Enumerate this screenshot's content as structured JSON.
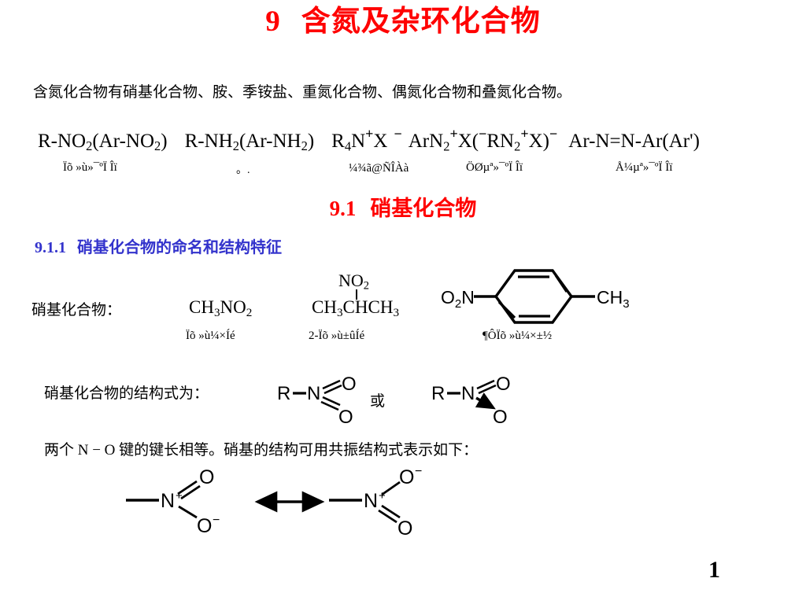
{
  "title": {
    "number": "9",
    "text": "含氮及杂环化合物"
  },
  "intro": {
    "paragraph": "含氮化合物有硝基化合物、胺、季铵盐、重氮化合物、偶氮化合物和叠氮化合物。"
  },
  "formulas": {
    "nitro": {
      "pre": "R-NO",
      "sub1": "2",
      "mid": "(Ar-NO",
      "sub2": "2",
      "post": ")"
    },
    "amine": {
      "pre": "R-NH",
      "sub1": "2",
      "mid": "(Ar-NH",
      "sub2": "2",
      "post": ")"
    },
    "quaternary": {
      "r": "R",
      "rsub": "4",
      "n": "N",
      "ncharge": "+",
      "x": "X",
      "xcharge": "−"
    },
    "diazonium": {
      "ar": "ArN",
      "arsub": "2",
      "x1": "X(",
      "r": "R",
      "rcharge": "−",
      "n": "N",
      "nsub": "2",
      "ncharge": "+",
      "x2": "X)",
      "xcharge": "−"
    },
    "azo": {
      "text": "Ar-N=N-Ar(Ar')"
    }
  },
  "captions": {
    "nitro": "Ïõ »ù»¯ºÏ Îï",
    "amine_dot": "。.",
    "quaternary": "¼¾ã@ÑÎÀà",
    "diazonium": "ÖØµª»¯ºÏ Îï",
    "azo": "Å¼µª»¯ºÏ Îï"
  },
  "section": {
    "number": "9.1",
    "text": "硝基化合物",
    "color": "#FF0000"
  },
  "subsection": {
    "number": "9.1.1",
    "text": "硝基化合物的命名和结构特征",
    "color": "#3333CC"
  },
  "nitro_examples": {
    "label": "硝基化合物：",
    "example1": {
      "formula_pre": "CH",
      "formula_sub1": "3",
      "formula_mid": "NO",
      "formula_sub2": "2",
      "caption": "Ïõ »ù¼×Íé"
    },
    "example2": {
      "top_group": "NO",
      "top_group_sub": "2",
      "formula_a": "CH",
      "formula_a_sub": "3",
      "formula_b": "CHCH",
      "formula_b_sub": "3",
      "caption": "2-Ïõ »ù±ûÍé"
    },
    "example3": {
      "left_label": "O",
      "left_label_sub": "2",
      "left_label_n": "N",
      "right_label": "CH",
      "right_label_sub": "3",
      "caption": "¶ÔÏõ »ù¼×±½"
    }
  },
  "structural_formula": {
    "label": "硝基化合物的结构式为：",
    "or": "或",
    "structure1": {
      "r": "R",
      "n": "N",
      "o_top": "O",
      "o_bottom": "O"
    },
    "structure2": {
      "r": "R",
      "n": "N",
      "o_top": "O",
      "o_bottom": "O"
    }
  },
  "bond_length": {
    "text": "两个 N − O 键的键长相等。硝基的结构可用共振结构式表示如下："
  },
  "resonance": {
    "left": {
      "n": "N",
      "n_charge": "+",
      "o_top": "O",
      "o_bottom": "O",
      "o_bottom_charge": "−"
    },
    "right": {
      "n": "N",
      "n_charge": "+",
      "o_top": "O",
      "o_top_charge": "−",
      "o_bottom": "O"
    },
    "arrow": "double-headed"
  },
  "page": {
    "number": "1"
  }
}
